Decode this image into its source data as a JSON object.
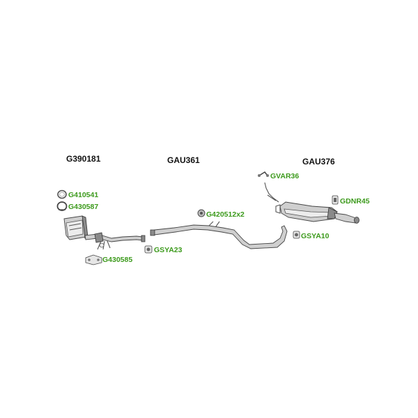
{
  "colors": {
    "part_label": "#3c9a1c",
    "section_label": "#111111",
    "line": "#555555"
  },
  "sections": {
    "front": "G390181",
    "middle": "GAU361",
    "rear": "GAU376"
  },
  "parts": {
    "ring_gasket": "G410541",
    "clamp": "G430587",
    "flange_gasket": "G430585",
    "mount_middle": "GSYA23",
    "bolt_set": "G420512x2",
    "hanger_bracket": "GVAR36",
    "rubber_mount": "GDNR45",
    "mount_rear": "GSYA10"
  }
}
